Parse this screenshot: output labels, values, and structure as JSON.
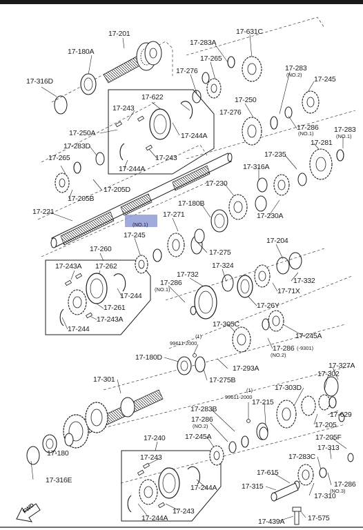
{
  "colors": {
    "ink": "#1a1a1a",
    "highlight": "#8f9bd6",
    "background": "#ffffff"
  },
  "icons": {
    "forward": "fwd-arrow-icon"
  },
  "fwd_label": "FWD",
  "labels": {
    "p17_201": "17-201",
    "p17_180A": "17-180A",
    "p17_316D": "17-316D",
    "p17_283A": "17-283A",
    "p17_631C": "17-631C",
    "p17_265_top": "17-265",
    "p17_276_a": "17-276",
    "p17_283_no2": "17-283",
    "no2_a": "(NO.2)",
    "p17_245_top": "17-245",
    "p17_622": "17-622",
    "p17_243_a": "17-243",
    "p17_276_b": "17-276",
    "p17_250": "17-250",
    "p17_250A": "17-250A",
    "p17_244A_a": "17-244A",
    "p17_286_no1_top": "17-286",
    "no1_a": "(NO.1)",
    "p17_283_no1": "17-283",
    "no1_b": "(NO.1)",
    "p17_283D": "17-283D",
    "p17_243_b": "17-243",
    "p17_244A_b": "17-244A",
    "p17_281": "17-281",
    "p17_265_left": "17-265",
    "p17_235": "17-235",
    "p17_316A": "17-316A",
    "p17_205B": "17-205B",
    "p17_205D": "17-205D",
    "p17_230": "17-230",
    "p17_180B": "17-180B",
    "p17_230A": "17-230A",
    "p17_221": "17-221",
    "no1_c": "(NO.1)",
    "p17_271": "17-271",
    "p17_245_mid": "17-245",
    "p17_275": "17-275",
    "p17_260": "17-260",
    "p17_204": "17-204",
    "p17_324": "17-324",
    "p17_243A_a": "17-243A",
    "p17_262": "17-262",
    "p17_732": "17-732",
    "p17_332": "17-332",
    "p17_286_no1_mid": "17-286",
    "no1_d": "(NO.1)",
    "p17_71X": "17-71X",
    "p17_244_a": "17-244",
    "p17_261": "17-261",
    "p17_26Y": "17-26Y",
    "p17_243A_b": "17-243A",
    "p17_305C": "17-305C",
    "p17_244_b": "17-244",
    "p17_245A": "17-245A",
    "one_a": "(1)",
    "p99611_a": "99611-2000",
    "p17_286_no2_mid": "17-286",
    "dash9301": "(-9301)",
    "no2_b": "(NO.2)",
    "p17_180D": "17-180D",
    "p17_293A": "17-293A",
    "p17_327A": "17-327A",
    "p17_275B": "17-275B",
    "p17_301": "17-301",
    "p17_303D": "17-303D",
    "p17_302": "17-302",
    "one_b": "(1)",
    "p99611_b": "99611-2000",
    "p17_283B": "17-283B",
    "p17_215": "17-215",
    "p17_629": "17-629",
    "p17_286_no2_low": "17-286",
    "no2_c": "(NO.2)",
    "p17_205": "17-205",
    "p17_245A_low": "17-245A",
    "p17_240": "17-240",
    "p17_205F": "17-205F",
    "p17_313": "17-313",
    "p17_243_c": "17-243",
    "p17_283C": "17-283C",
    "p17_180": "17-180",
    "p17_316E": "17-316E",
    "p17_244A_c": "17-244A",
    "p17_615": "17-615",
    "p17_286_no3": "17-286",
    "no3": "(NO.3)",
    "p17_315": "17-315",
    "p17_310": "17-310",
    "p17_244A_d": "17-244A",
    "p17_243_d": "17-243",
    "p17_439A": "17-439A",
    "p17_575": "17-575"
  }
}
